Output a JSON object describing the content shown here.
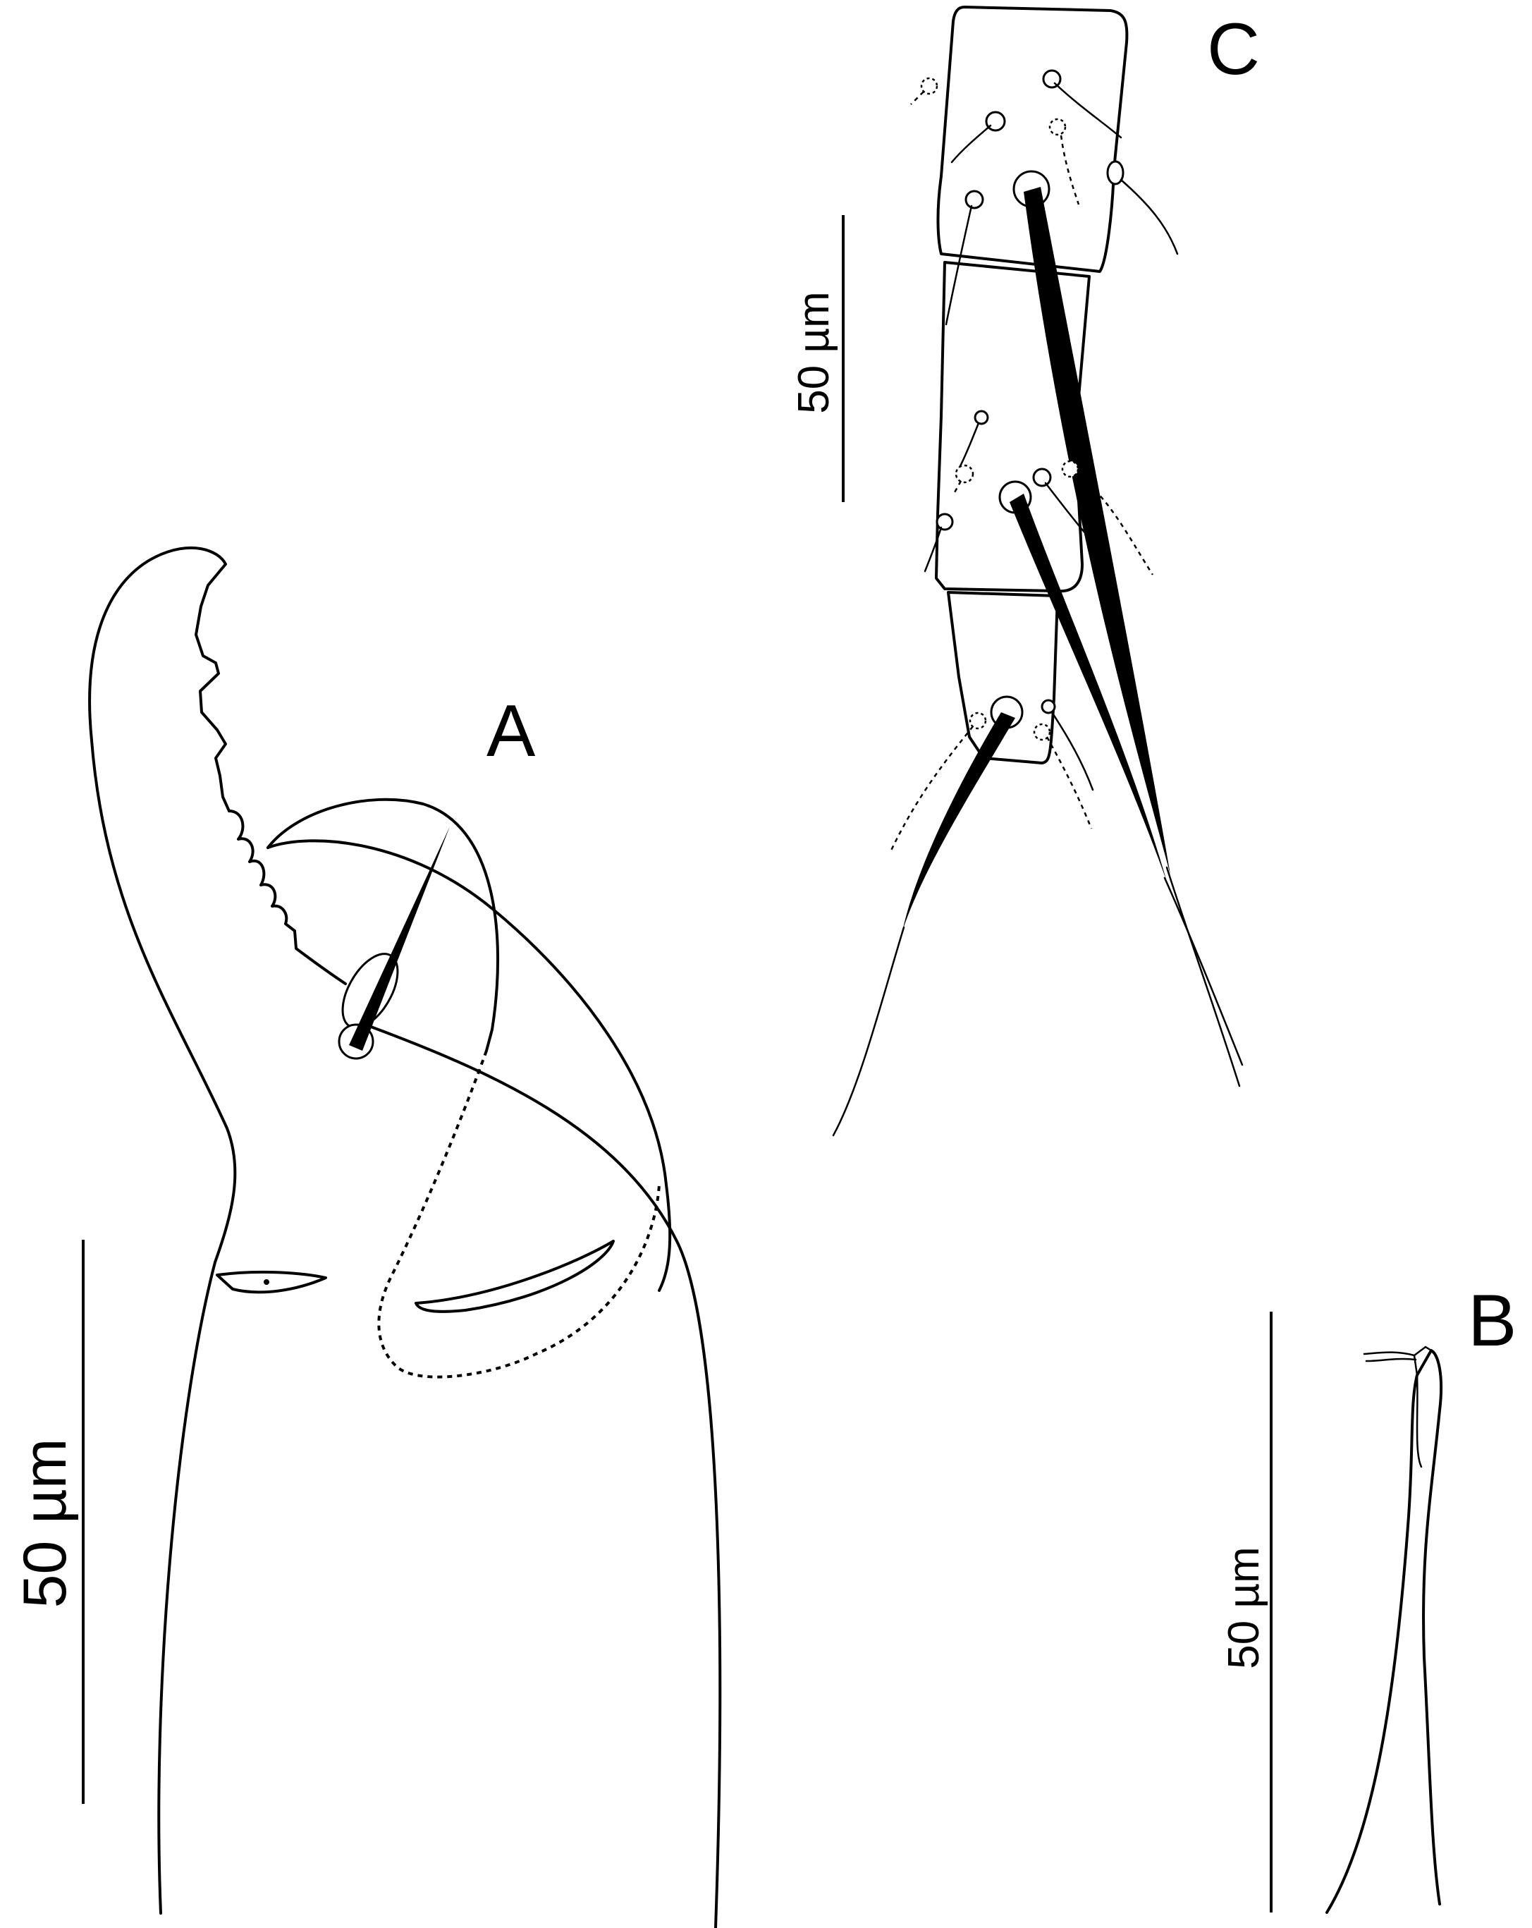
{
  "figure": {
    "panels": [
      {
        "id": "A",
        "label": "A",
        "scale_bar_label": "50 µm"
      },
      {
        "id": "B",
        "label": "B",
        "scale_bar_label": "50 µm"
      },
      {
        "id": "C",
        "label": "C",
        "scale_bar_label": "50 µm"
      }
    ],
    "colors": {
      "line": "#000000",
      "background": "#ffffff"
    }
  }
}
